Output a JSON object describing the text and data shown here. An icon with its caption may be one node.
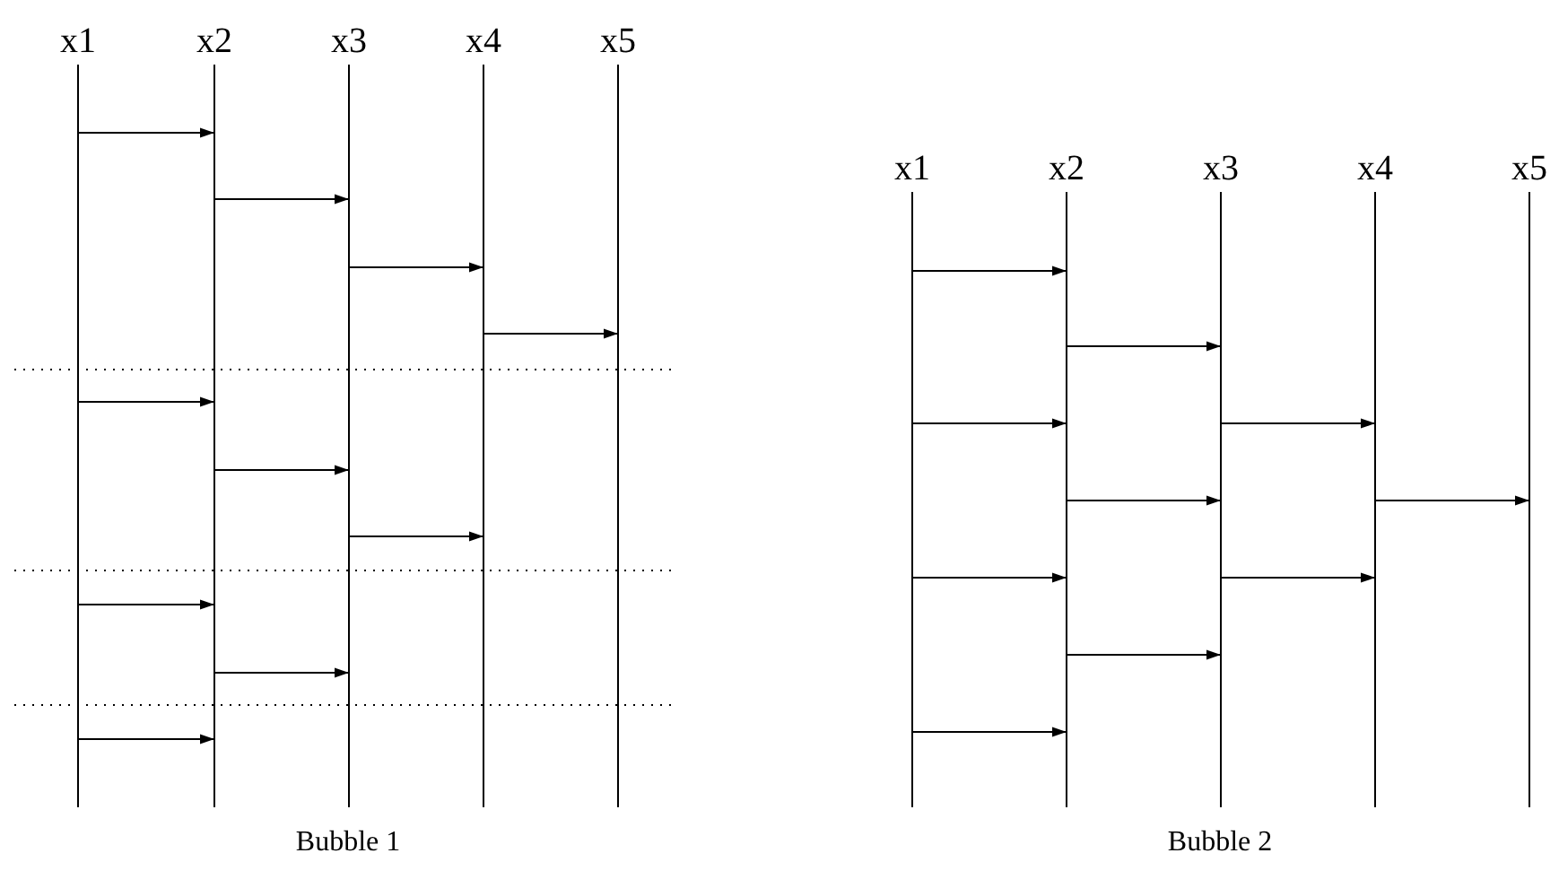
{
  "diagram": {
    "nodes": [
      {
        "text": [
          "x1"
        ]
      },
      {
        "text": [
          "x2"
        ]
      },
      {
        "text": [
          "x3"
        ]
      },
      {
        "text": [
          "x4"
        ]
      },
      {
        "text": [
          "x5"
        ]
      },
      {
        "text": [
          "x1"
        ]
      },
      {
        "text": [
          "x2"
        ]
      },
      {
        "text": [
          "x3"
        ]
      },
      {
        "text": [
          "x4"
        ]
      },
      {
        "text": [
          "x5"
        ]
      }
    ],
    "edges": [
      {
        "from": 0,
        "to": 1,
        "arrow": "to"
      },
      {
        "from": 1,
        "to": 2,
        "arrow": "to"
      },
      {
        "from": 2,
        "to": 3,
        "arrow": "to"
      },
      {
        "from": 3,
        "to": 4,
        "arrow": "to"
      },
      {
        "from": 0,
        "to": 1,
        "arrow": "to"
      },
      {
        "from": 1,
        "to": 2,
        "arrow": "to"
      },
      {
        "from": 2,
        "to": 3,
        "arrow": "to"
      },
      {
        "from": 0,
        "to": 1,
        "arrow": "to"
      },
      {
        "from": 1,
        "to": 2,
        "arrow": "to"
      },
      {
        "from": 0,
        "to": 1,
        "arrow": "to"
      },
      {
        "from": 5,
        "to": 6,
        "arrow": "to"
      },
      {
        "from": 6,
        "to": 7,
        "arrow": "to"
      },
      {
        "from": 5,
        "to": 6,
        "arrow": "to"
      },
      {
        "from": 7,
        "to": 8,
        "arrow": "to"
      },
      {
        "from": 6,
        "to": 7,
        "arrow": "to"
      },
      {
        "from": 8,
        "to": 9,
        "arrow": "to"
      },
      {
        "from": 5,
        "to": 6,
        "arrow": "to"
      },
      {
        "from": 7,
        "to": 8,
        "arrow": "to"
      },
      {
        "from": 6,
        "to": 7,
        "arrow": "to"
      },
      {
        "from": 5,
        "to": 6,
        "arrow": "to"
      }
    ],
    "labels": [
      "Bubble 1",
      "Bubble 2"
    ]
  }
}
